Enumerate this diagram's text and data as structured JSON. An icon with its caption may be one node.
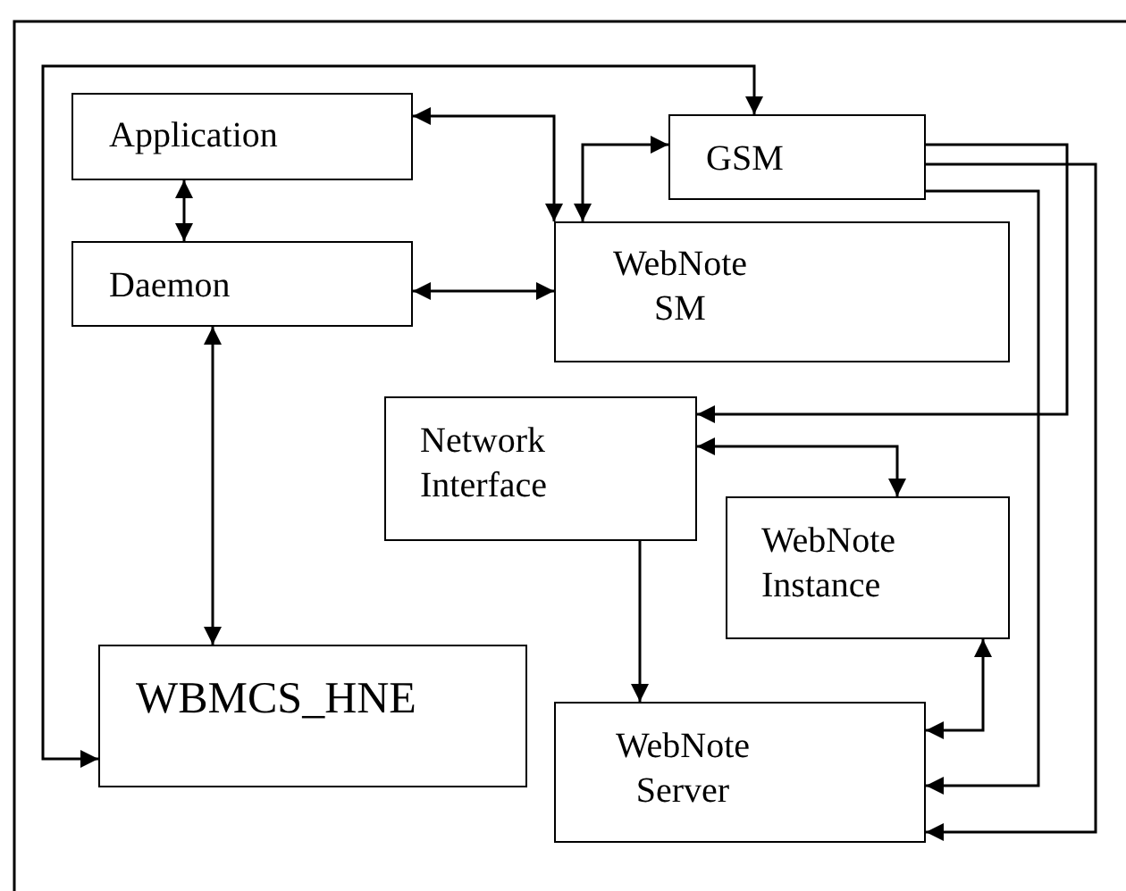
{
  "diagram": {
    "nodes": [
      {
        "text": [
          "Application"
        ]
      },
      {
        "text": [
          "GSM"
        ]
      },
      {
        "text": [
          "Daemon"
        ]
      },
      {
        "text": [
          "WebNote SM"
        ]
      },
      {
        "text": [
          "Network Interface"
        ]
      },
      {
        "text": [
          "WebNote Instance"
        ]
      },
      {
        "text": [
          "WBMCS_HNE"
        ]
      },
      {
        "text": [
          "WebNote Server"
        ]
      }
    ],
    "edges": [
      {
        "from": 0,
        "to": 2,
        "arrow": "both"
      },
      {
        "from": 0,
        "to": 3,
        "arrow": "both"
      },
      {
        "from": 3,
        "to": 1,
        "arrow": "both"
      },
      {
        "from": 6,
        "to": 1,
        "arrow": "both"
      },
      {
        "from": 2,
        "to": 3,
        "arrow": "both"
      },
      {
        "from": 2,
        "to": 6,
        "arrow": "both"
      },
      {
        "from": 1,
        "to": 4,
        "arrow": "to"
      },
      {
        "from": 1,
        "to": 7,
        "arrow": "to"
      },
      {
        "from": 1,
        "to": 7,
        "arrow": "to"
      },
      {
        "from": 4,
        "to": 5,
        "arrow": "both"
      },
      {
        "from": 4,
        "to": 7,
        "arrow": "to"
      },
      {
        "from": 5,
        "to": 7,
        "arrow": "both"
      }
    ]
  }
}
